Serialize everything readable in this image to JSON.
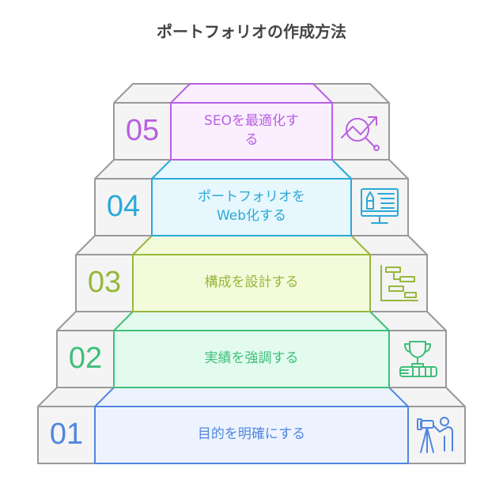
{
  "title": "ポートフォリオの作成方法",
  "steps": [
    {
      "number": "01",
      "label": "目的を明確にする",
      "icon": "telescope-person-icon",
      "stroke": "#4f86e0",
      "fill": "#edf3fe"
    },
    {
      "number": "02",
      "label": "実績を強調する",
      "icon": "trophy-books-icon",
      "stroke": "#3ebf7a",
      "fill": "#e2fbee"
    },
    {
      "number": "03",
      "label": "構成を設計する",
      "icon": "flowchart-icon",
      "stroke": "#97b83a",
      "fill": "#f3fbdb"
    },
    {
      "number": "04",
      "label": "ポートフォリオをWeb化する",
      "icon": "monitor-design-icon",
      "stroke": "#2aa9d8",
      "fill": "#e6f7fd"
    },
    {
      "number": "05",
      "label": "SEOを最適化する",
      "icon": "seo-growth-magnifier-icon",
      "stroke": "#b960e2",
      "fill": "#fbefff"
    }
  ],
  "colors": {
    "side_fill": "#f4f4f4",
    "side_stroke": "#999999",
    "title": "#444444"
  }
}
